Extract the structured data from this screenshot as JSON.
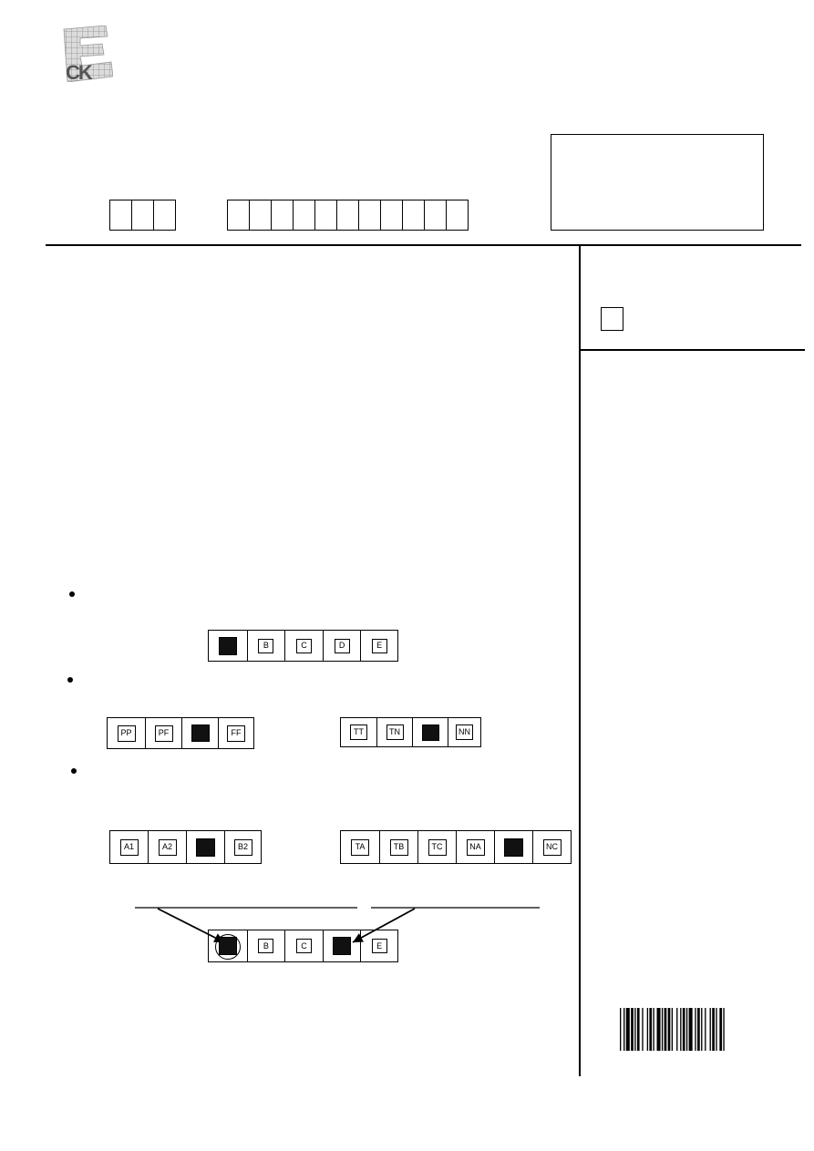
{
  "logo": {
    "text": "CK"
  },
  "exam": {
    "code_digits": 3,
    "candidate_digits": 11
  },
  "examples": {
    "single": {
      "options": [
        "",
        "B",
        "C",
        "D",
        "E"
      ],
      "filled": [
        0
      ]
    },
    "pair_left": {
      "options": [
        "PP",
        "PF",
        "",
        "FF"
      ],
      "filled": [
        2
      ]
    },
    "pair_right": {
      "options": [
        "TT",
        "TN",
        "",
        "NN"
      ],
      "filled": [
        2
      ]
    },
    "code_left": {
      "options": [
        "A1",
        "A2",
        "",
        "B2"
      ],
      "filled": [
        2
      ]
    },
    "code_right": {
      "options": [
        "TA",
        "TB",
        "TC",
        "NA",
        "",
        "NC"
      ],
      "filled": [
        4
      ]
    },
    "correction": {
      "options": [
        "",
        "B",
        "C",
        "",
        "E"
      ],
      "filled": [
        0,
        3
      ],
      "circled": [
        0
      ]
    }
  },
  "colors": {
    "ink": "#000000",
    "fill": "#111111",
    "paper": "#ffffff"
  }
}
